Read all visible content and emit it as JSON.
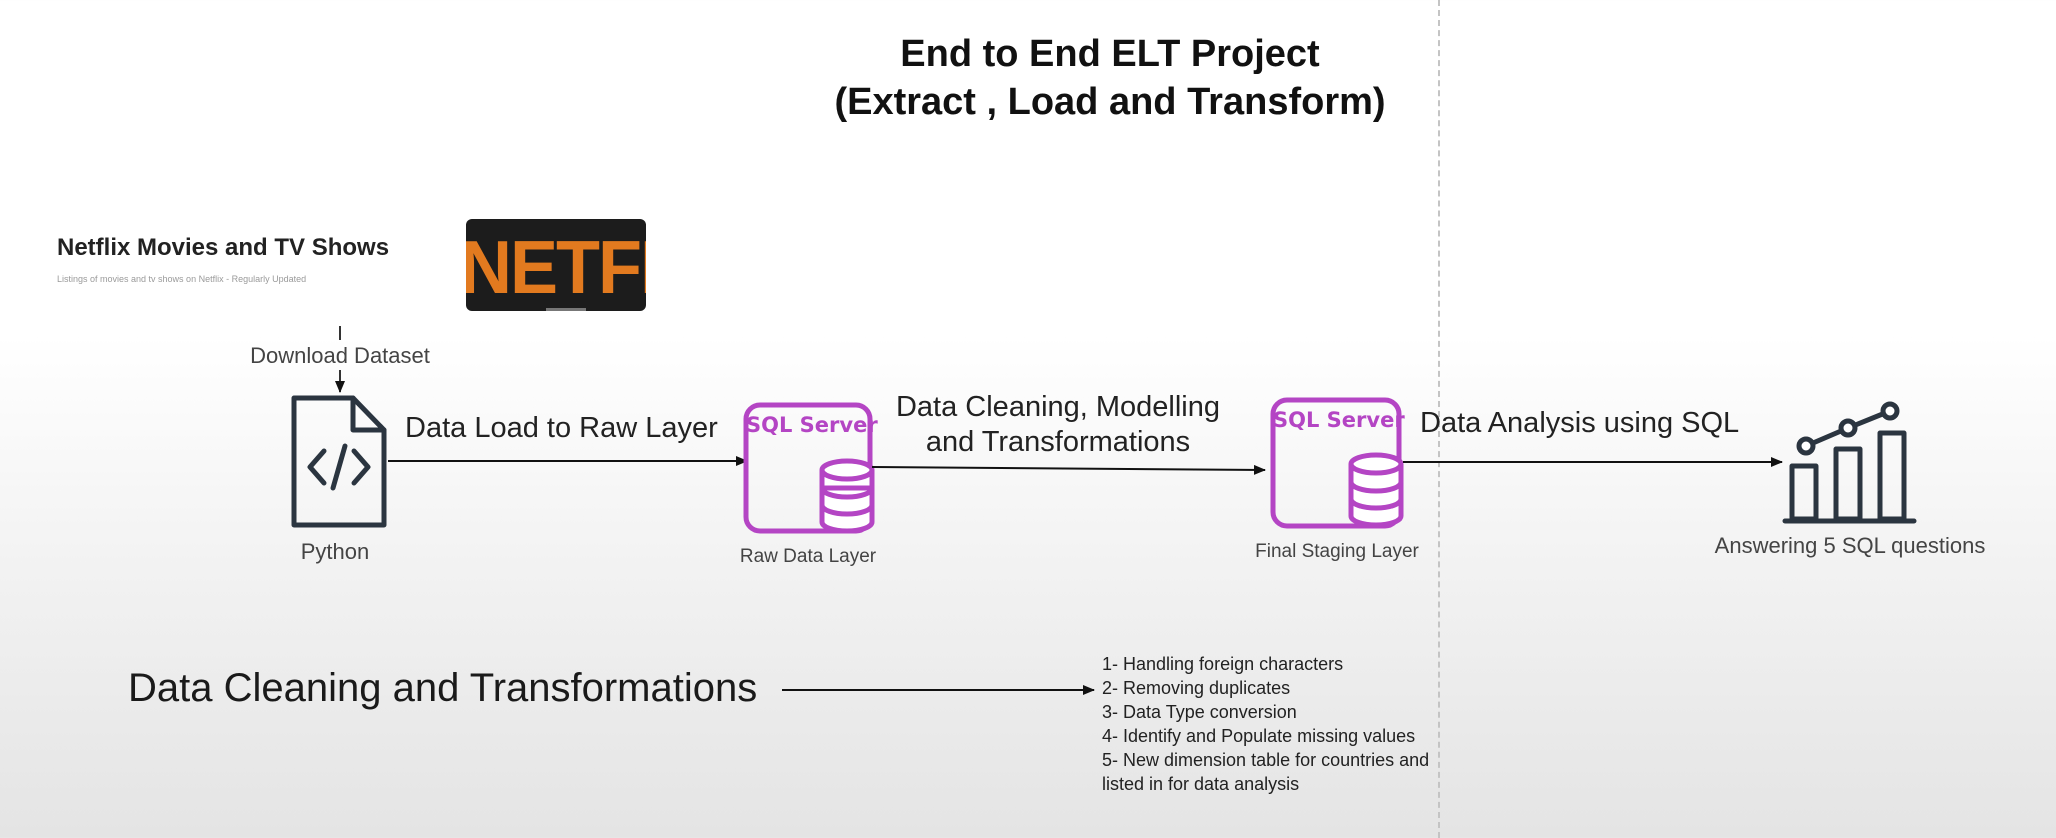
{
  "title": {
    "line1": "End to End ELT Project",
    "line2": "(Extract , Load and Transform)"
  },
  "dataset": {
    "title": "Netflix Movies and TV Shows",
    "subtitle": "Listings of movies and tv shows on Netflix - Regularly Updated",
    "logo_text": "NETFLIX"
  },
  "flow": {
    "download_label": "Download Dataset",
    "python_label": "Python",
    "load_label": "Data Load to Raw Layer",
    "raw_db_badge": "SQL Server",
    "raw_db_label": "Raw Data Layer",
    "cleaning_label_line1": "Data Cleaning, Modelling",
    "cleaning_label_line2": "and Transformations",
    "final_db_badge": "SQL Server",
    "final_db_label": "Final Staging Layer",
    "analysis_label": "Data Analysis using SQL",
    "answers_label": "Answering 5 SQL questions"
  },
  "transformations": {
    "heading": "Data Cleaning and Transformations",
    "steps": [
      "1- Handling foreign characters",
      "2- Removing duplicates",
      "3- Data Type conversion",
      "4- Identify and Populate missing values",
      "5- New dimension table for countries and",
      "listed in for data analysis"
    ]
  },
  "colors": {
    "sql_server": "#b445c4",
    "netflix": "#e27a1f",
    "icon_stroke": "#2b3540"
  }
}
